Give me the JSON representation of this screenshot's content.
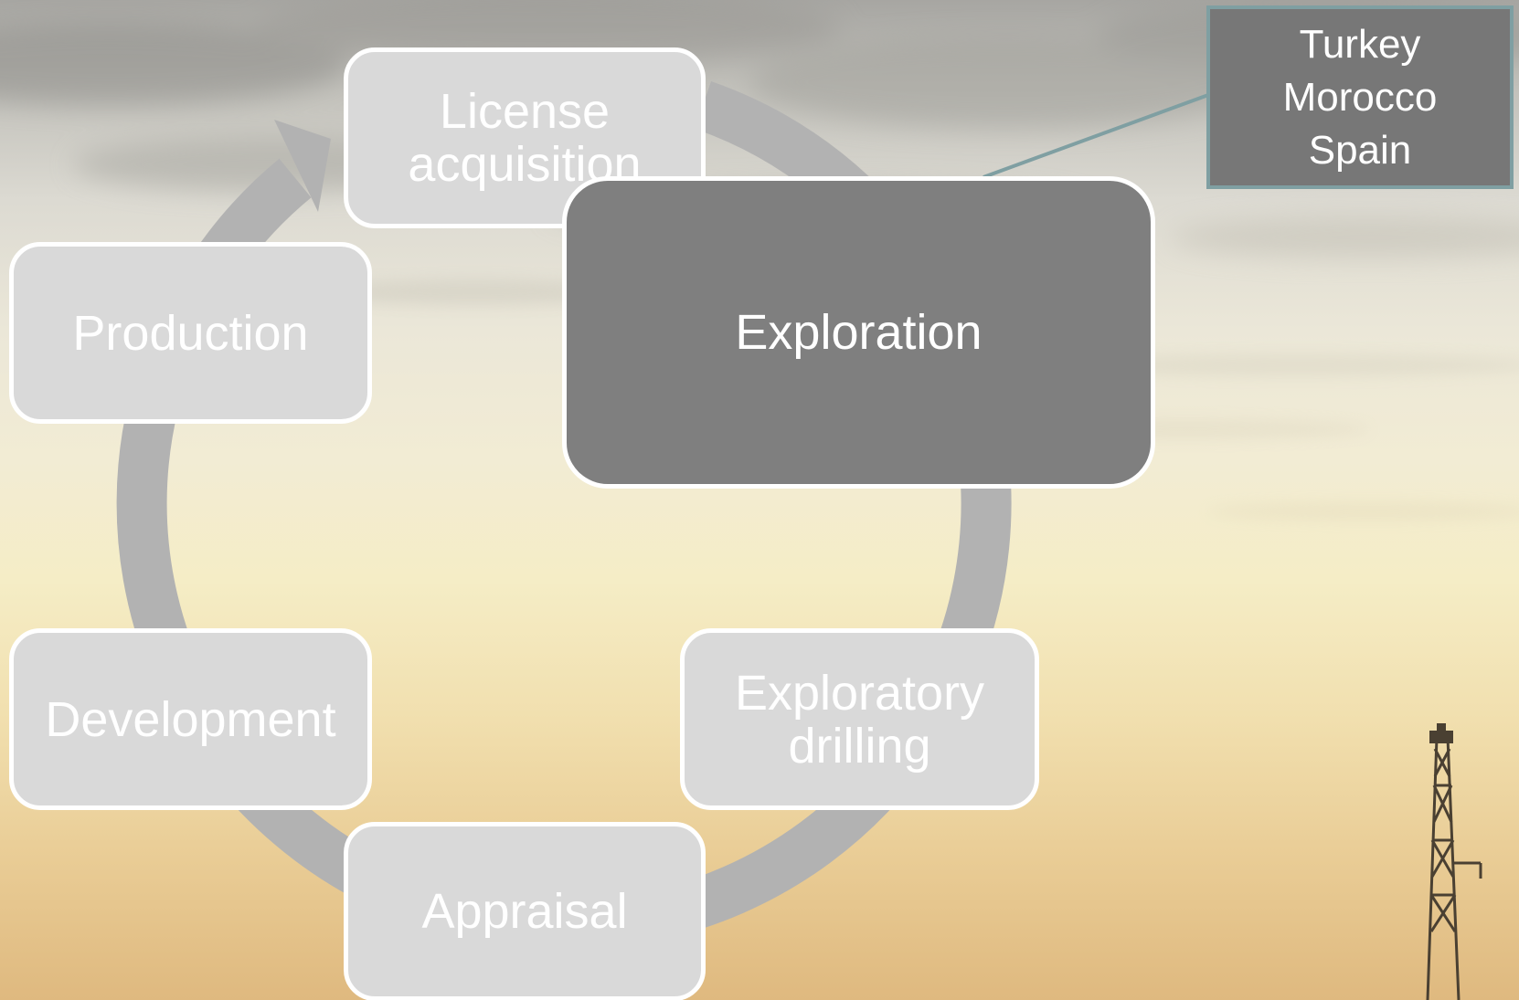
{
  "lifecycle": {
    "stages": [
      {
        "id": "license",
        "label": "License acquisition"
      },
      {
        "id": "exploration",
        "label": "Exploration"
      },
      {
        "id": "drilling",
        "label": "Exploratory drilling"
      },
      {
        "id": "appraisal",
        "label": "Appraisal"
      },
      {
        "id": "development",
        "label": "Development"
      },
      {
        "id": "production",
        "label": "Production"
      }
    ],
    "highlighted_stage": "Exploration"
  },
  "callout": {
    "countries": [
      "Turkey",
      "Morocco",
      "Spain"
    ]
  },
  "colors": {
    "stage_fill": "#d9d9d9",
    "highlight_fill": "#7f7f7f",
    "ring": "#b2b2b2",
    "callout_fill": "#777777",
    "callout_border": "#7f9fa2",
    "text": "#ffffff"
  }
}
